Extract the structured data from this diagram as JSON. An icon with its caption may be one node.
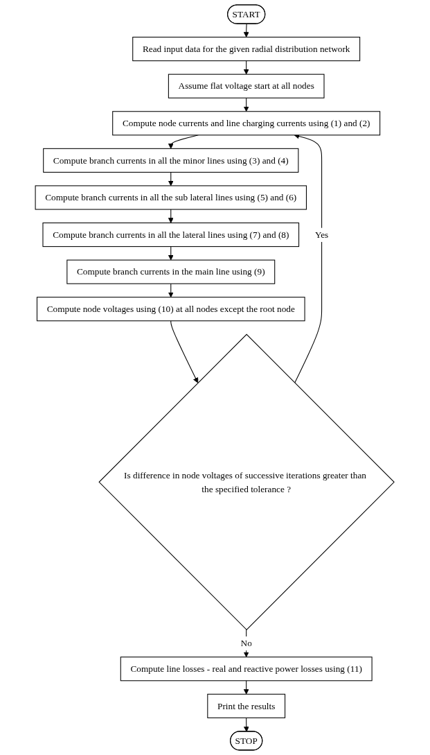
{
  "diagram": {
    "nodes": [
      {
        "text": [
          "START"
        ]
      },
      {
        "text": [
          "Read input data for the given radial distribution network"
        ]
      },
      {
        "text": [
          "Assume flat voltage start at all nodes"
        ]
      },
      {
        "text": [
          "Compute node currents and line charging currents using (1) and (2)"
        ]
      },
      {
        "text": [
          "Compute branch currents in all the minor lines using (3) and (4)"
        ]
      },
      {
        "text": [
          "Compute branch currents in all the sub lateral lines using (5) and (6)"
        ]
      },
      {
        "text": [
          "Compute branch currents in all the lateral lines using (7) and (8)"
        ]
      },
      {
        "text": [
          "Compute branch currents in the main line using (9)"
        ]
      },
      {
        "text": [
          "Compute node voltages using (10) at all nodes except the root node"
        ]
      },
      {
        "text": [
          "Is difference in node voltages of successive iterations greater than the specified tolerance ?"
        ]
      },
      {
        "text": [
          "Compute line losses - real and reactive power losses using (11)"
        ]
      },
      {
        "text": [
          "Print the results"
        ]
      },
      {
        "text": [
          "STOP"
        ]
      }
    ],
    "edges": [
      {
        "from": 0,
        "to": 1,
        "arrow": "to"
      },
      {
        "from": 1,
        "to": 2,
        "arrow": "to"
      },
      {
        "from": 2,
        "to": 3,
        "arrow": "to"
      },
      {
        "from": 3,
        "to": 4,
        "arrow": "to"
      },
      {
        "from": 4,
        "to": 5,
        "arrow": "to"
      },
      {
        "from": 5,
        "to": 6,
        "arrow": "to"
      },
      {
        "from": 6,
        "to": 7,
        "arrow": "to"
      },
      {
        "from": 7,
        "to": 8,
        "arrow": "to"
      },
      {
        "from": 8,
        "to": 9,
        "arrow": "to"
      },
      {
        "from": 9,
        "to": 3,
        "label": "Yes",
        "arrow": "to"
      },
      {
        "from": 9,
        "to": 10,
        "label": "No",
        "arrow": "to"
      },
      {
        "from": 10,
        "to": 11,
        "arrow": "to"
      },
      {
        "from": 11,
        "to": 12,
        "arrow": "to"
      }
    ]
  }
}
